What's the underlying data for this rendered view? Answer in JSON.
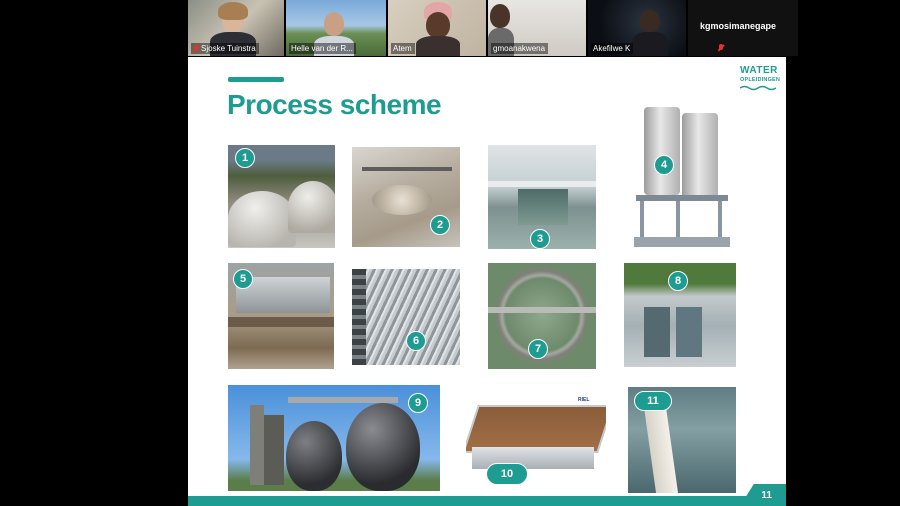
{
  "participants": [
    {
      "name": "Sjoske Tuinstra",
      "muted": true
    },
    {
      "name": "Helle van der R...",
      "muted": false
    },
    {
      "name": "Atem",
      "muted": false
    },
    {
      "name": "gmoanakwena",
      "muted": false
    },
    {
      "name": "Akefilwe K",
      "muted": false
    },
    {
      "name": "kgmosimanegape",
      "muted": true
    }
  ],
  "slide": {
    "title": "Process scheme",
    "logo_line1": "WATER",
    "logo_line2": "OPLEIDINGEN",
    "page_number": "11",
    "steps": [
      "1",
      "2",
      "3",
      "4",
      "5",
      "6",
      "7",
      "8",
      "9",
      "10",
      "11"
    ],
    "tank_label": "RIEL"
  },
  "colors": {
    "accent": "#1f9c91"
  }
}
